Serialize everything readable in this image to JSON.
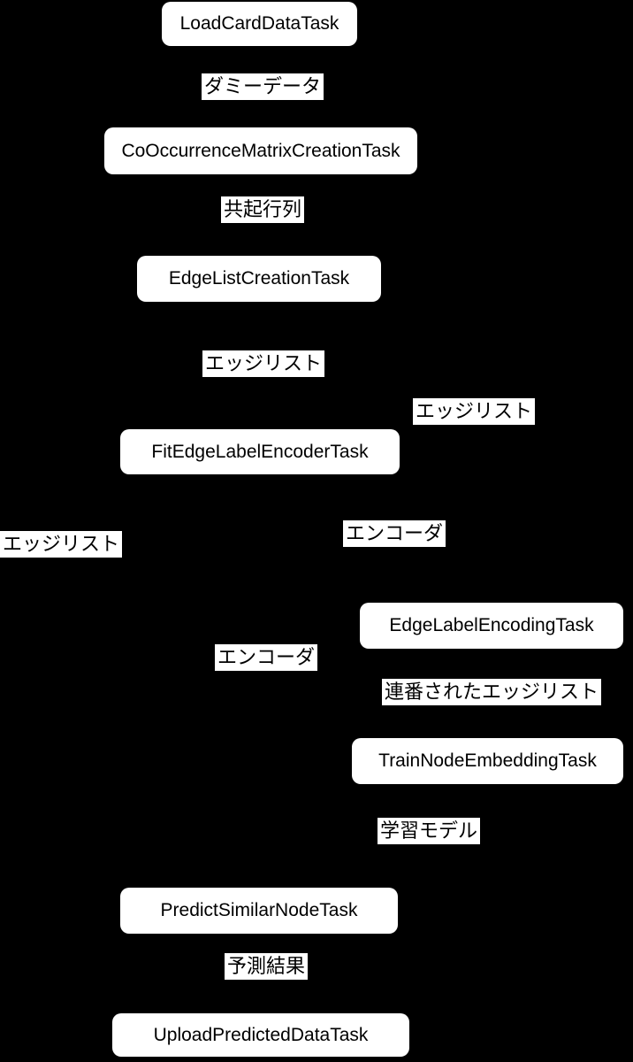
{
  "diagram": {
    "background_color": "#000000",
    "node_fill_color": "#ffffff",
    "node_text_color": "#000000",
    "edge_label_background": "#ffffff",
    "edge_label_text_color": "#000000",
    "nodes": [
      {
        "label": "LoadCardDataTask"
      },
      {
        "label": "CoOccurrenceMatrixCreationTask"
      },
      {
        "label": "EdgeListCreationTask"
      },
      {
        "label": "FitEdgeLabelEncoderTask"
      },
      {
        "label": "EdgeLabelEncodingTask"
      },
      {
        "label": "TrainNodeEmbeddingTask"
      },
      {
        "label": "PredictSimilarNodeTask"
      },
      {
        "label": "UploadPredictedDataTask"
      }
    ],
    "edge_labels": [
      {
        "text": "ダミーデータ"
      },
      {
        "text": "共起行列"
      },
      {
        "text": "エッジリスト"
      },
      {
        "text": "エッジリスト"
      },
      {
        "text": "エンコーダ"
      },
      {
        "text": "エッジリスト"
      },
      {
        "text": "エンコーダ"
      },
      {
        "text": "連番されたエッジリスト"
      },
      {
        "text": "学習モデル"
      },
      {
        "text": "予測結果"
      }
    ]
  }
}
